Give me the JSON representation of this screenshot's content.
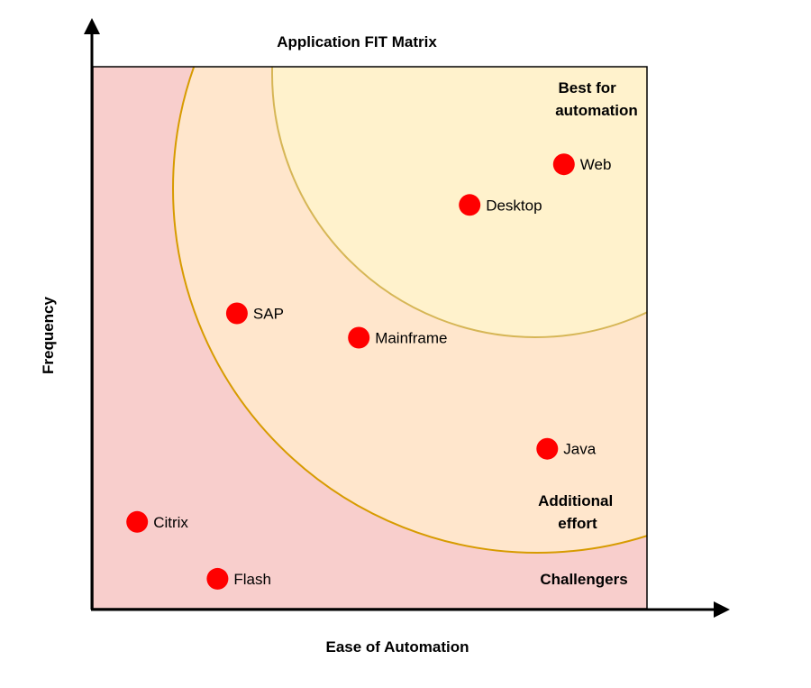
{
  "chart_data": {
    "type": "scatter",
    "title": "Application FIT Matrix",
    "xlabel": "Ease of Automation",
    "ylabel": "Frequency",
    "xlim": [
      0,
      100
    ],
    "ylim": [
      0,
      100
    ],
    "grid": false,
    "zones": [
      {
        "name": "Challengers",
        "color": "#f8cecc",
        "label_lines": [
          "Challengers"
        ]
      },
      {
        "name": "Additional effort",
        "color": "#ffe6cc",
        "border_color": "#d79b00",
        "label_lines": [
          "Additional",
          "effort"
        ]
      },
      {
        "name": "Best for automation",
        "color": "#fff2cc",
        "border_color": "#d6b656",
        "label_lines": [
          "Best for",
          "automation"
        ]
      }
    ],
    "point_color": "#ff0000",
    "points": [
      {
        "label": "Web",
        "x": 85,
        "y": 82
      },
      {
        "label": "Desktop",
        "x": 68,
        "y": 74.5
      },
      {
        "label": "SAP",
        "x": 26,
        "y": 54.5
      },
      {
        "label": "Mainframe",
        "x": 48,
        "y": 50
      },
      {
        "label": "Java",
        "x": 82,
        "y": 29.5
      },
      {
        "label": "Citrix",
        "x": 8,
        "y": 16
      },
      {
        "label": "Flash",
        "x": 22.5,
        "y": 5.5
      }
    ]
  }
}
